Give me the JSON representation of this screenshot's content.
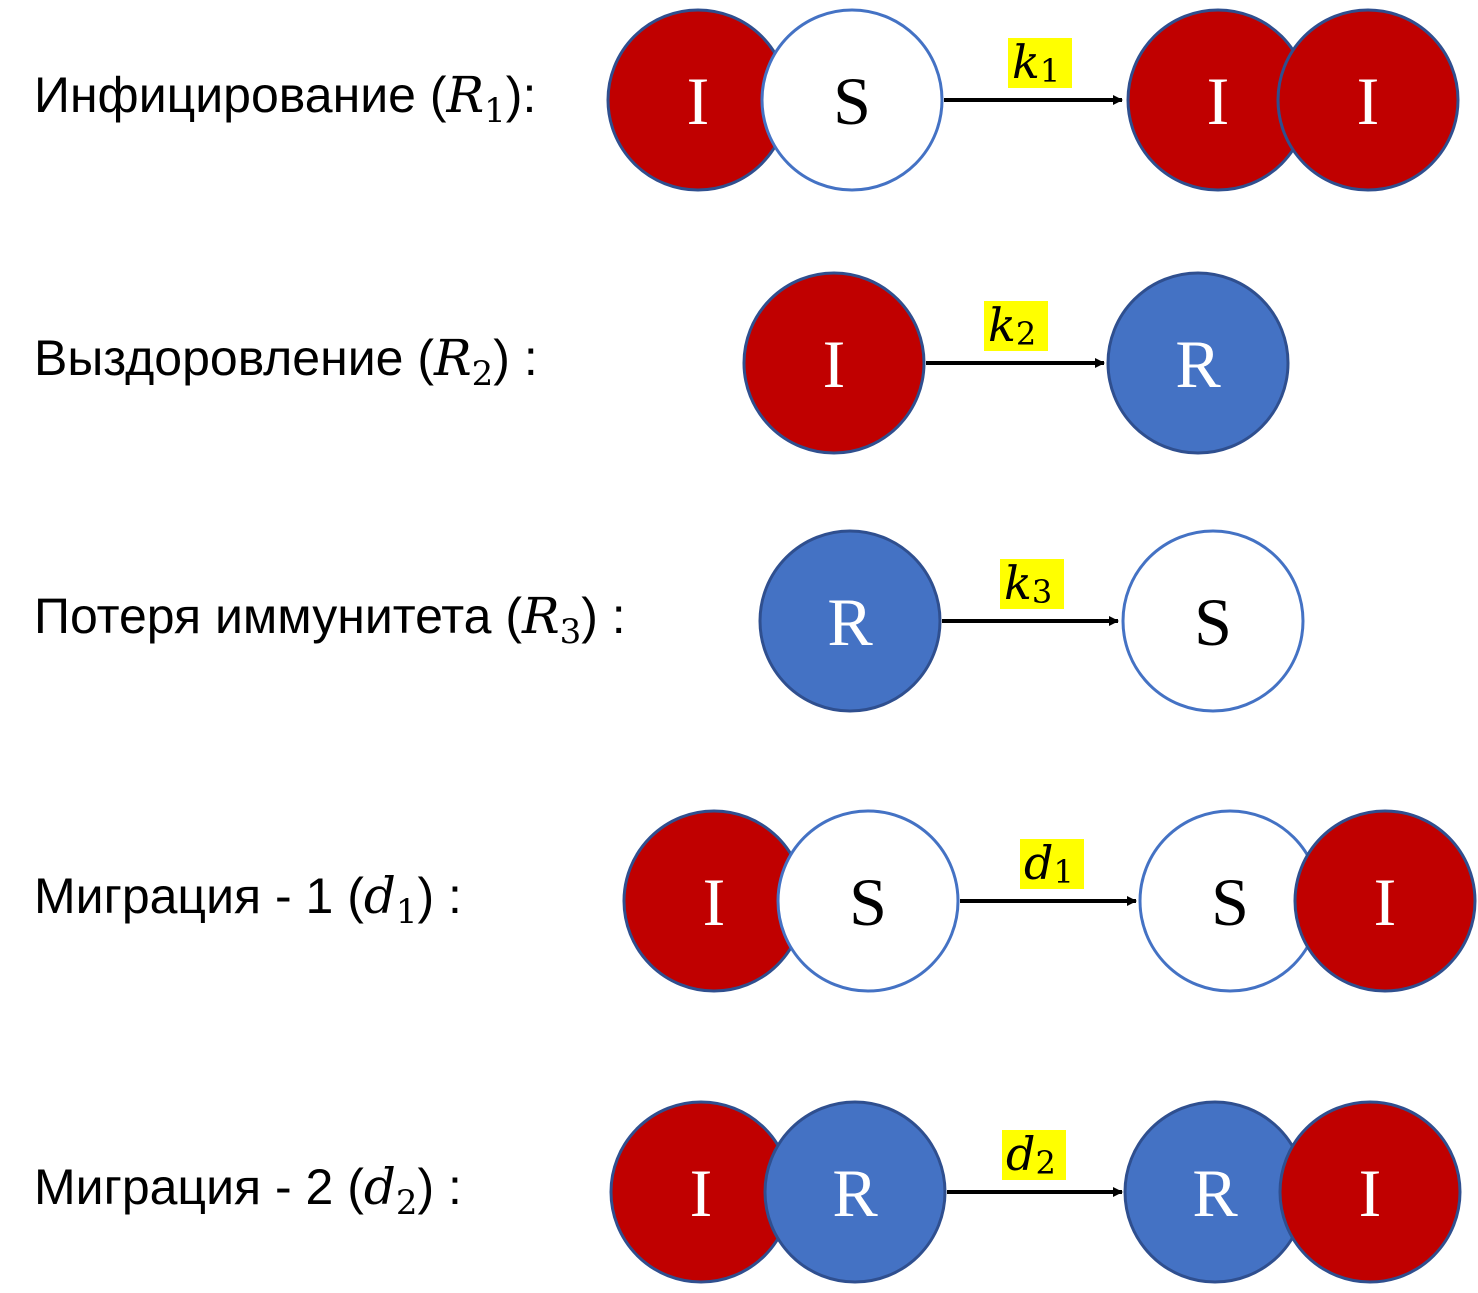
{
  "colors": {
    "I": "#c00000",
    "R": "#4472c4",
    "S": "#ffffff",
    "outline": "#2f4f8f",
    "outline_S": "#4472c4",
    "letter_light": "#ffffff",
    "letter_dark": "#000000",
    "highlight": "#ffff00",
    "arrow": "#000000"
  },
  "reactions": [
    {
      "label": "Инфицирование (",
      "symbol": "R",
      "symbol_sub": "1",
      "label_end": "):",
      "left": [
        "I",
        "S"
      ],
      "rate": "k",
      "rate_sub": "1",
      "right": [
        "I",
        "I"
      ]
    },
    {
      "label": "Выздоровление (",
      "symbol": "R",
      "symbol_sub": "2",
      "label_end": ") :",
      "left": [
        "I"
      ],
      "rate": "k",
      "rate_sub": "2",
      "right": [
        "R"
      ]
    },
    {
      "label": "Потеря иммунитета (",
      "symbol": "R",
      "symbol_sub": "3",
      "label_end": ") :",
      "left": [
        "R"
      ],
      "rate": "k",
      "rate_sub": "3",
      "right": [
        "S"
      ]
    },
    {
      "label": "Миграция - 1 (",
      "symbol": "d",
      "symbol_sub": "1",
      "label_end": ") :",
      "left": [
        "I",
        "S"
      ],
      "rate": "d",
      "rate_sub": "1",
      "right": [
        "S",
        "I"
      ]
    },
    {
      "label": "Миграция - 2 (",
      "symbol": "d",
      "symbol_sub": "2",
      "label_end": ") :",
      "left": [
        "I",
        "R"
      ],
      "rate": "d",
      "rate_sub": "2",
      "right": [
        "R",
        "I"
      ]
    }
  ]
}
